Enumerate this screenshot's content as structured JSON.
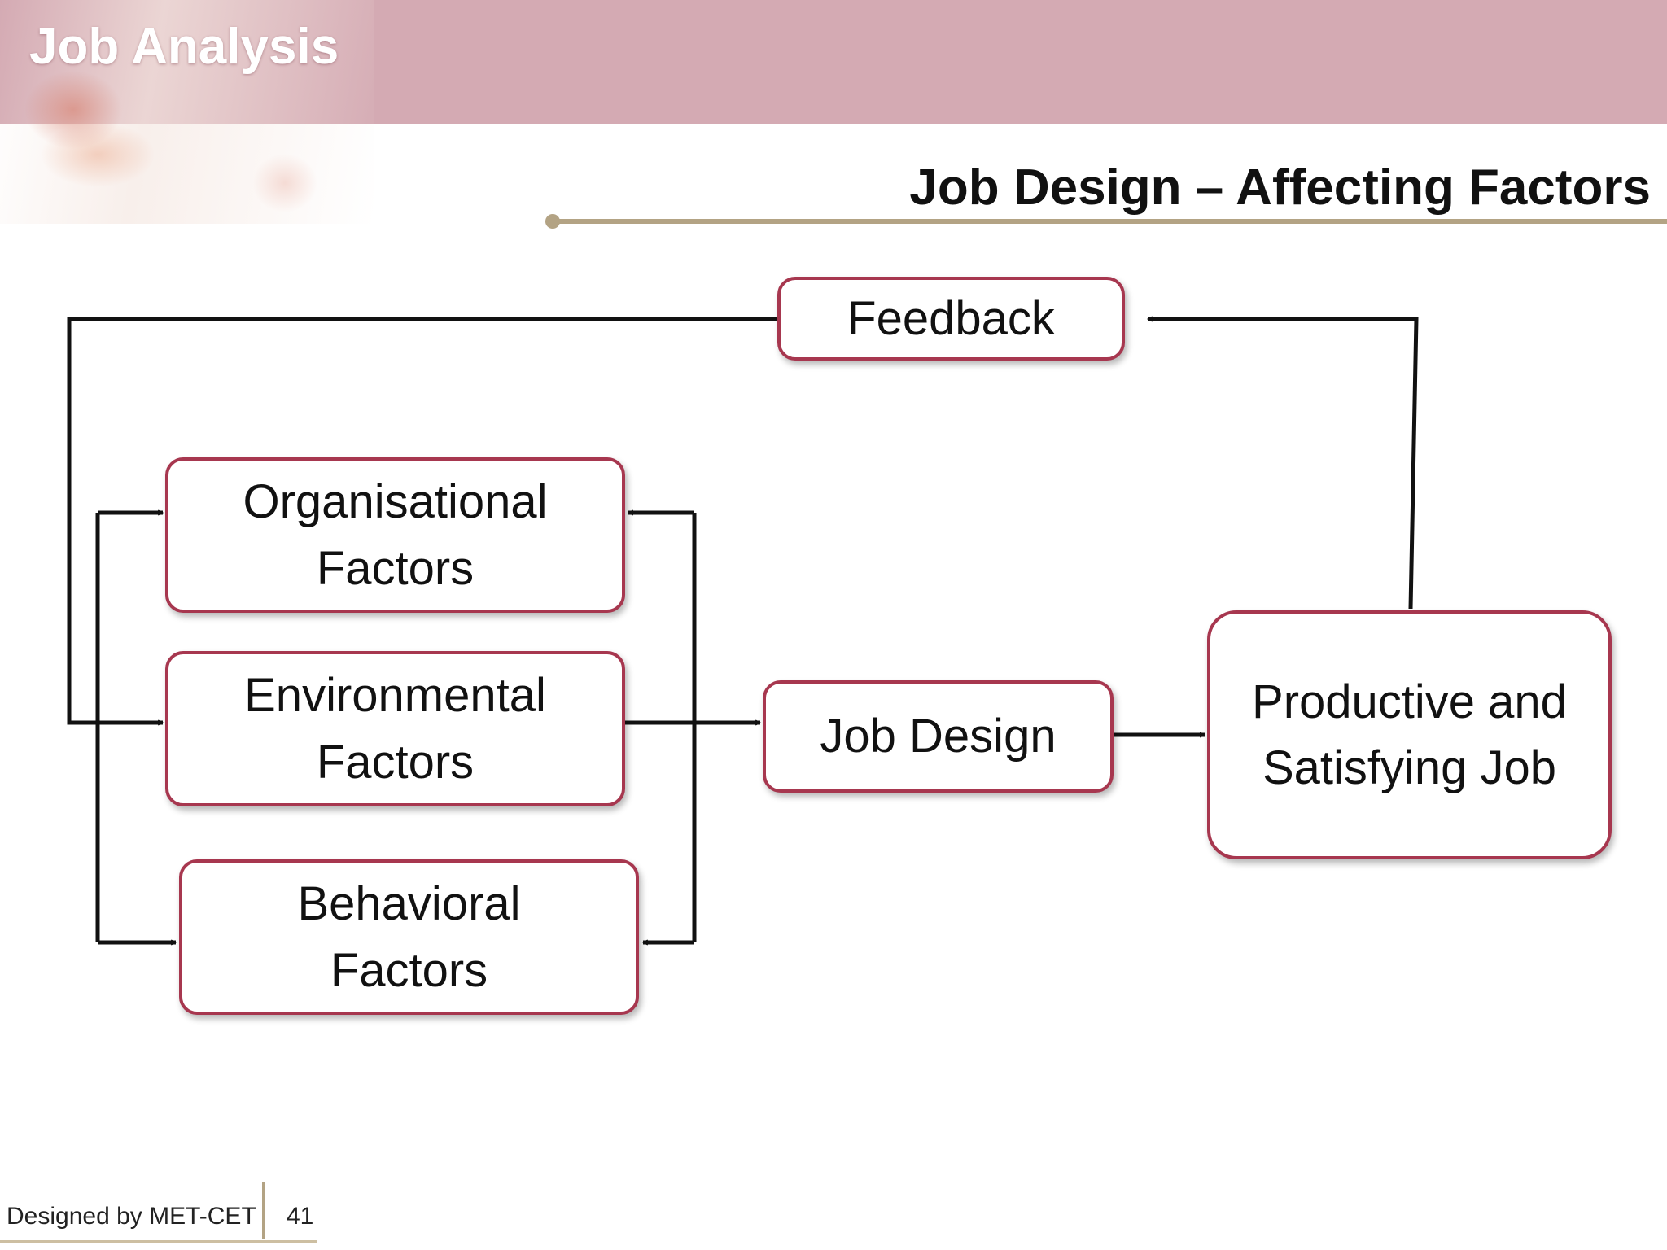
{
  "header": {
    "section_title": "Job Analysis"
  },
  "slide": {
    "title": "Job Design – Affecting Factors"
  },
  "diagram": {
    "nodes": {
      "feedback": "Feedback",
      "organisational": [
        "Organisational",
        "Factors"
      ],
      "environmental": [
        "Environmental",
        "Factors"
      ],
      "behavioral": [
        "Behavioral",
        "Factors"
      ],
      "job_design": "Job Design",
      "outcome": [
        "Productive and",
        "Satisfying Job"
      ]
    }
  },
  "footer": {
    "credit": "Designed by MET-CET",
    "page_number": "41"
  }
}
